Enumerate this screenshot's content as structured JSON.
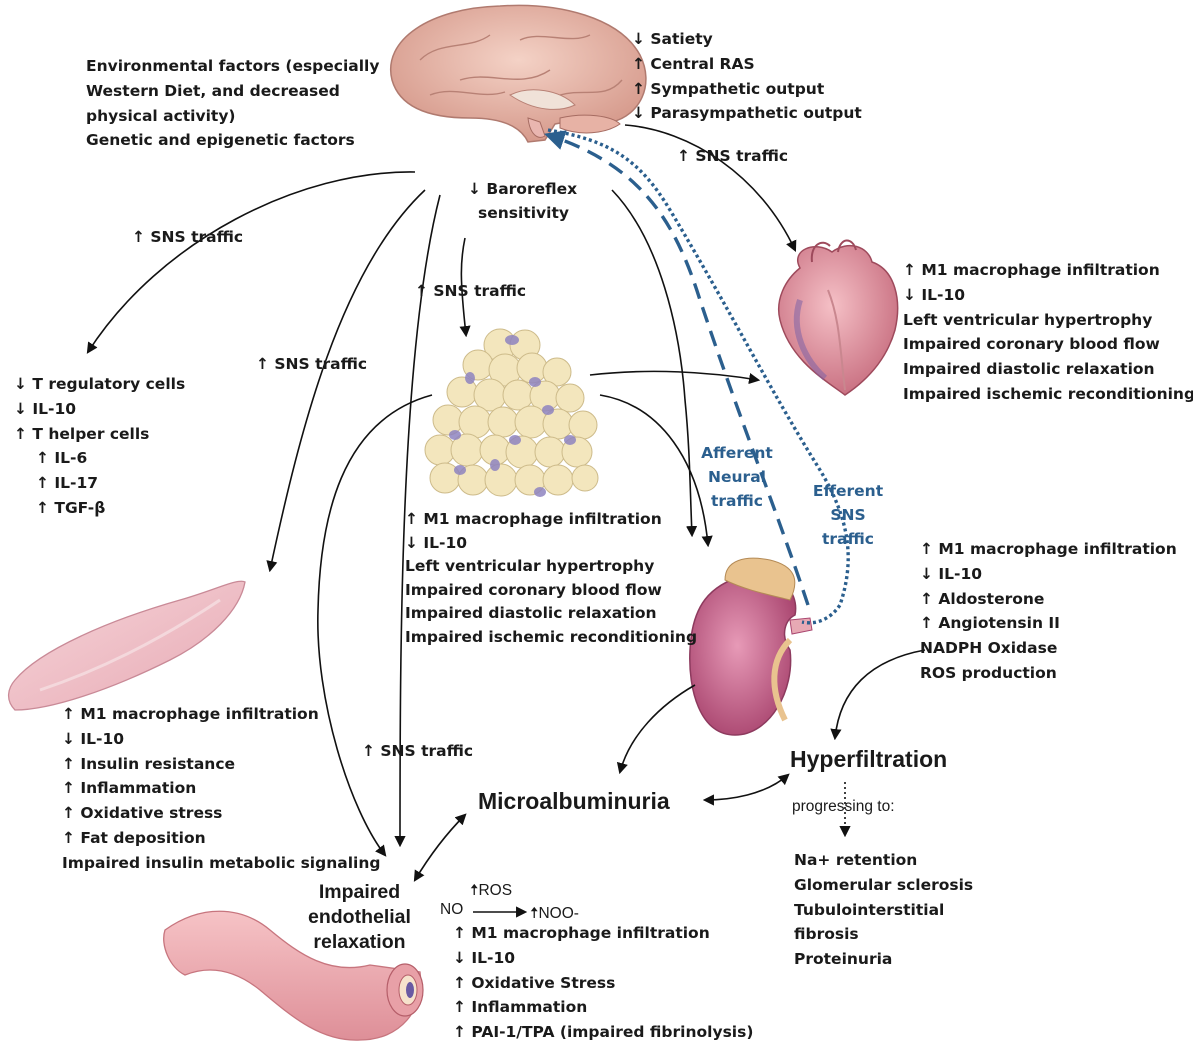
{
  "brain_effects": [
    "↓ Satiety",
    "↑ Central RAS",
    "↑ Sympathetic output",
    "↓ Parasympathetic output"
  ],
  "environment": [
    "Environmental factors (especially",
    "Western Diet, and decreased",
    "physical activity)",
    "Genetic and epigenetic factors"
  ],
  "baroreflex": [
    "↓  Baroreflex",
    "sensitivity"
  ],
  "sns_traffic_label": "↑ SNS traffic",
  "heart_effects": [
    "↑  M1 macrophage infiltration",
    "↓  IL-10",
    "Left ventricular hypertrophy",
    "Impaired coronary blood flow",
    "Impaired diastolic relaxation",
    "Impaired ischemic reconditioning"
  ],
  "immune_effects": [
    "↓  T regulatory cells",
    "↓  IL-10",
    "↑  T helper cells",
    "↑  IL-6",
    "↑  IL-17",
    "↑  TGF-β"
  ],
  "adipose_effects": [
    "↑  M1 macrophage infiltration",
    "↓  IL-10",
    "Left ventricular hypertrophy",
    "Impaired coronary blood flow",
    "Impaired diastolic relaxation",
    "Impaired ischemic reconditioning"
  ],
  "afferent_label": [
    "Afferent",
    "Neural",
    "traffic"
  ],
  "efferent_label": [
    "Efferent",
    "SNS",
    "traffic"
  ],
  "kidney_effects": [
    "↑  M1 macrophage infiltration",
    "↓  IL-10",
    "↑  Aldosterone",
    "↑  Angiotensin II",
    "NADPH Oxidase",
    "ROS production"
  ],
  "muscle_effects": [
    "↑  M1 macrophage infiltration",
    "↓  IL-10",
    "↑  Insulin resistance",
    "↑  Inflammation",
    "↑  Oxidative stress",
    "↑  Fat deposition",
    "Impaired insulin metabolic signaling"
  ],
  "hyperfiltration": "Hyperfiltration",
  "progressing": "progressing to:",
  "progression_items": [
    "Na+ retention",
    "Glomerular sclerosis",
    "Tubulointerstitial",
    "fibrosis",
    "Proteinuria"
  ],
  "microalbuminuria": "Microalbuminuria",
  "endothelial": [
    "Impaired",
    "endothelial",
    "relaxation"
  ],
  "ros": "ROS",
  "no": "NO",
  "noo": "NOO-",
  "vessel_effects": [
    "↑  M1 macrophage infiltration",
    "↓  IL-10",
    "↑  Oxidative Stress",
    "↑  Inflammation",
    "↑  PAI-1/TPA (impaired fibrinolysis)"
  ],
  "colors": {
    "neural_blue": "#2b5f8e",
    "organ_pink": "#e7a9b4",
    "fat_yellow": "#f3e6bd",
    "fat_purple": "#8f84c0"
  }
}
